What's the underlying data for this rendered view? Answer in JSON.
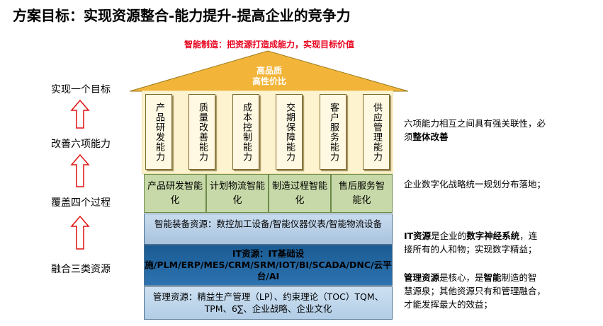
{
  "title": "方案目标：实现资源整合-能力提升-提高企业的竞争力",
  "subtitle": "智能制造：把资源打造成能力，实现目标价值",
  "roof": {
    "line1": "高品质",
    "line2": "高性价比"
  },
  "pillars": [
    "产品研发能力",
    "质量改善能力",
    "成本控制能力",
    "交期保障能力",
    "客户服务能力",
    "供应管理能力"
  ],
  "processes": [
    "产品研发智能化",
    "计划物流智能化",
    "制造过程智能化",
    "售后服务智能化"
  ],
  "bands": {
    "equipment": "智能装备资源：数控加工设备/智能仪器仪表/智能物流设备",
    "it": "IT资源：IT基础设施/PLM/ERP/MES/CRM/SRM/IOT/BI/SCADA/DNC/云平台/AI",
    "management": "管理资源：精益生产管理（LP）、约束理论（TOC）TQM、TPM、6∑、企业战略、企业文化"
  },
  "left_labels": [
    "实现一个目标",
    "改善六项能力",
    "覆盖四个过程",
    "融合三类资源"
  ],
  "right": {
    "p1_pre": "六项能力相互之间具有强关联性，必须",
    "p1_bold": "整体改善",
    "p2": "企业数字化战略统一规划分布落地；",
    "p3_b1": "IT资源",
    "p3_t1": "是企业的",
    "p3_b2": "数字神经系统",
    "p3_t2": "，连接所有的人和物；实现数字精益；",
    "p4_b1": "管理资源",
    "p4_t1": "是核心，是",
    "p4_b2": "智能",
    "p4_t2": "制造的智慧源泉；其他资源只有和管理融合，才能发挥最大的效益；"
  },
  "colors": {
    "roof": "#f2b53a",
    "subtitle": "#e8001c",
    "arrow": "#e01010",
    "process": "#c7d9a8",
    "it_band": "#1b5b93"
  }
}
